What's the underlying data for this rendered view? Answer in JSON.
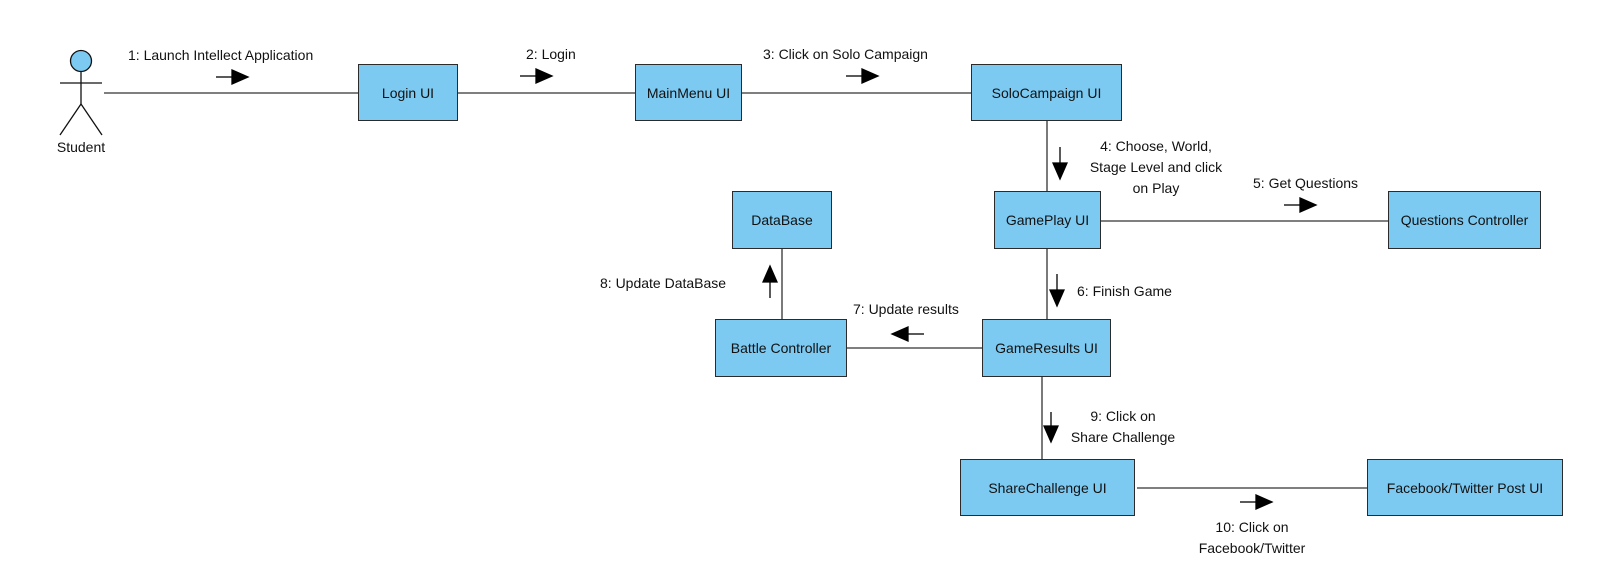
{
  "actor": {
    "name": "Student"
  },
  "nodes": {
    "login": "Login UI",
    "mainmenu": "MainMenu UI",
    "solo": "SoloCampaign UI",
    "gameplay": "GamePlay UI",
    "questions": "Questions Controller",
    "database": "DataBase",
    "battle": "Battle Controller",
    "results": "GameResults UI",
    "share": "ShareChallenge UI",
    "post": "Facebook/Twitter Post UI"
  },
  "messages": {
    "m1": "1: Launch Intellect Application",
    "m2": "2: Login",
    "m3": "3: Click on Solo Campaign",
    "m4": [
      "4: Choose, World,",
      "Stage Level and click",
      "on Play"
    ],
    "m5": "5: Get Questions",
    "m6": "6: Finish Game",
    "m7": "7: Update results",
    "m8": "8: Update DataBase",
    "m9": [
      "9: Click on",
      "Share Challenge"
    ],
    "m10": [
      "10: Click on",
      "Facebook/Twitter"
    ]
  },
  "colors": {
    "node_fill": "#7ccaf2",
    "node_border": "#2b2b2b",
    "line": "#333333",
    "arrow": "#000000"
  }
}
